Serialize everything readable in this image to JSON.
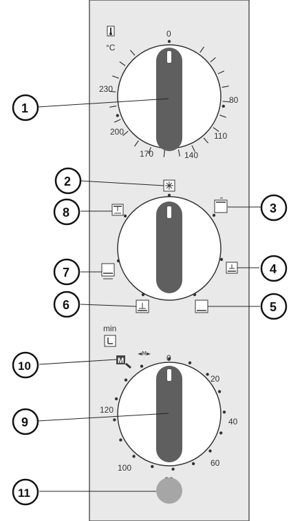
{
  "colors": {
    "panel_fill": "#e9e9e9",
    "panel_border": "#555555",
    "knob_grip": "#5f5f5f",
    "indicator": "#ffffff",
    "tick": "#333333",
    "button": "#a6a6a6"
  },
  "temperature_dial": {
    "icon": "thermometer-icon",
    "unit": "°C",
    "labels": {
      "t0": "0",
      "t80": "80",
      "t110": "110",
      "t140": "140",
      "t170": "170",
      "t200": "200",
      "t230": "230"
    }
  },
  "function_dial": {
    "icons": {
      "defrost": "snowflake-icon",
      "top_heat": "top-heat-icon",
      "fan_bottom": "fan-bottom-heat-icon",
      "bottom_heat": "bottom-heat-icon",
      "fan_plain": "fan-icon",
      "grill": "grill-icon",
      "fan_grill": "fan-grill-icon"
    }
  },
  "timer_dial": {
    "unit": "min",
    "icon": "timer-icon",
    "manual_label": "M",
    "manual_arrow_label": "◄M►",
    "labels": {
      "m0": "0",
      "m20": "20",
      "m40": "40",
      "m60": "60",
      "m80": "80",
      "m100": "100",
      "m120": "120"
    }
  },
  "callouts": [
    "1",
    "2",
    "3",
    "4",
    "5",
    "6",
    "7",
    "8",
    "9",
    "10",
    "11"
  ]
}
